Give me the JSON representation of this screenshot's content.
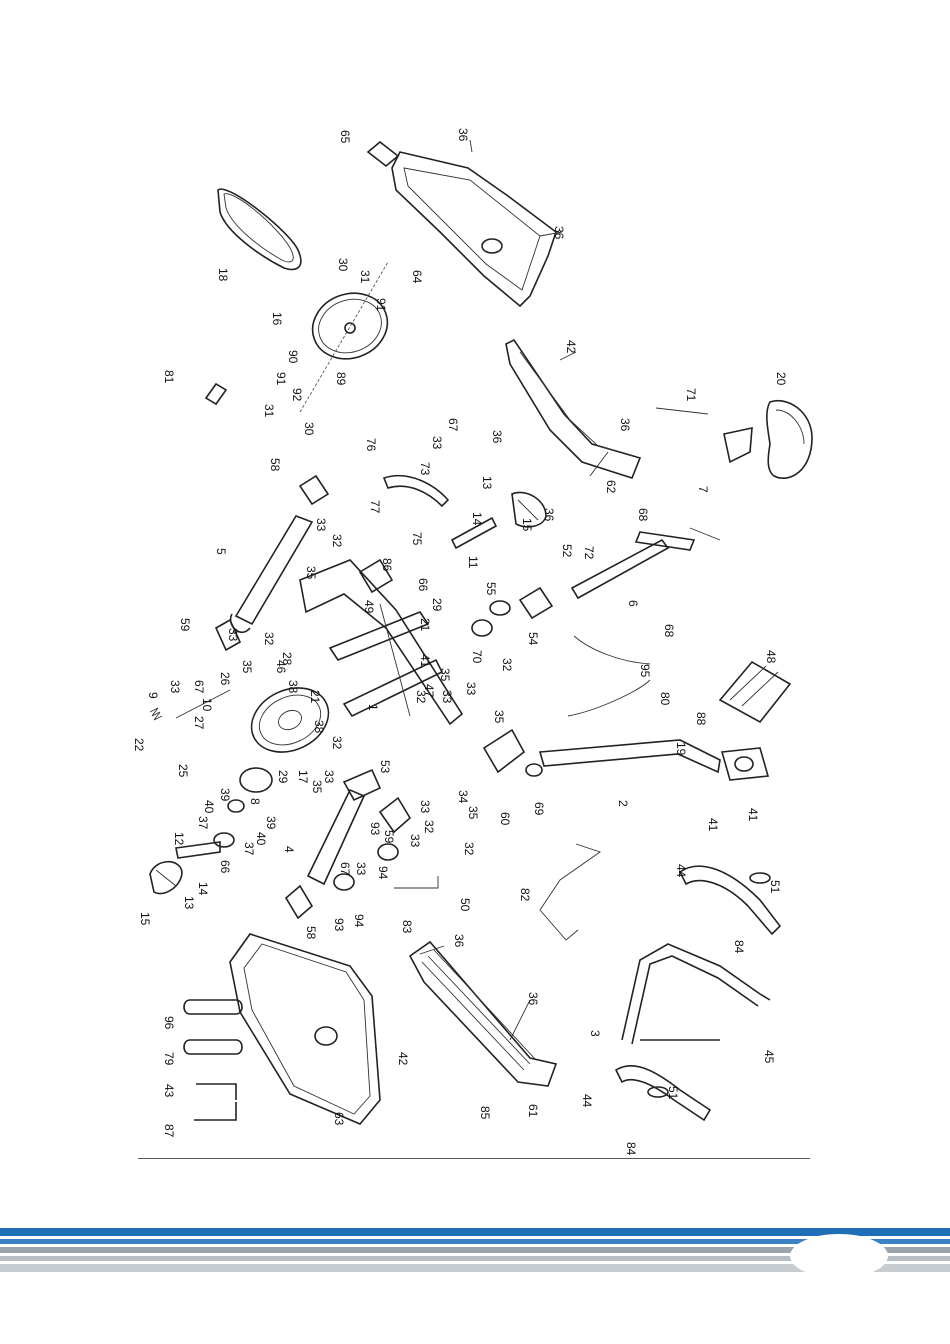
{
  "colors": {
    "stripe_blue": "#1f6fb8",
    "stripe_grey": "#9aa4ad",
    "stripe_light": "#c7ccd1"
  },
  "callouts": [
    {
      "id": "c65",
      "text": "65"
    },
    {
      "id": "c36a",
      "text": "36"
    },
    {
      "id": "c18",
      "text": "18"
    },
    {
      "id": "c30a",
      "text": "30"
    },
    {
      "id": "c31a",
      "text": "31"
    },
    {
      "id": "c64",
      "text": "64"
    },
    {
      "id": "c36b",
      "text": "36"
    },
    {
      "id": "c16",
      "text": "16"
    },
    {
      "id": "c91a",
      "text": "91"
    },
    {
      "id": "c90",
      "text": "90"
    },
    {
      "id": "c89",
      "text": "89"
    },
    {
      "id": "c91b",
      "text": "91"
    },
    {
      "id": "c92",
      "text": "92"
    },
    {
      "id": "c81",
      "text": "81"
    },
    {
      "id": "c31b",
      "text": "31"
    },
    {
      "id": "c30b",
      "text": "30"
    },
    {
      "id": "c42a",
      "text": "42"
    },
    {
      "id": "c36c",
      "text": "36"
    },
    {
      "id": "c71",
      "text": "71"
    },
    {
      "id": "c20",
      "text": "20"
    },
    {
      "id": "c76",
      "text": "76"
    },
    {
      "id": "c33a",
      "text": "33"
    },
    {
      "id": "c67a",
      "text": "67"
    },
    {
      "id": "c58a",
      "text": "58"
    },
    {
      "id": "c73",
      "text": "73"
    },
    {
      "id": "c77",
      "text": "77"
    },
    {
      "id": "c36d",
      "text": "36"
    },
    {
      "id": "c62",
      "text": "62"
    },
    {
      "id": "c7",
      "text": "7"
    },
    {
      "id": "c36e",
      "text": "36"
    },
    {
      "id": "c13a",
      "text": "13"
    },
    {
      "id": "c14a",
      "text": "14"
    },
    {
      "id": "c15a",
      "text": "15"
    },
    {
      "id": "c68a",
      "text": "68"
    },
    {
      "id": "c5",
      "text": "5"
    },
    {
      "id": "c33b",
      "text": "33"
    },
    {
      "id": "c32a",
      "text": "32"
    },
    {
      "id": "c75",
      "text": "75"
    },
    {
      "id": "c11",
      "text": "11"
    },
    {
      "id": "c52",
      "text": "52"
    },
    {
      "id": "c72",
      "text": "72"
    },
    {
      "id": "c35a",
      "text": "35"
    },
    {
      "id": "c86",
      "text": "86"
    },
    {
      "id": "c66a",
      "text": "66"
    },
    {
      "id": "c49",
      "text": "49"
    },
    {
      "id": "c29a",
      "text": "29"
    },
    {
      "id": "c55",
      "text": "55"
    },
    {
      "id": "c59a",
      "text": "59"
    },
    {
      "id": "c21a",
      "text": "21"
    },
    {
      "id": "c6",
      "text": "6"
    },
    {
      "id": "c68b",
      "text": "68"
    },
    {
      "id": "c54",
      "text": "54"
    },
    {
      "id": "c33c",
      "text": "33"
    },
    {
      "id": "c35b",
      "text": "35"
    },
    {
      "id": "c32b",
      "text": "32"
    },
    {
      "id": "c28",
      "text": "28"
    },
    {
      "id": "c70",
      "text": "70"
    },
    {
      "id": "c46",
      "text": "46"
    },
    {
      "id": "c41a",
      "text": "41"
    },
    {
      "id": "c26",
      "text": "26"
    },
    {
      "id": "c47",
      "text": "47"
    },
    {
      "id": "c35c",
      "text": "35"
    },
    {
      "id": "c95",
      "text": "95"
    },
    {
      "id": "c33d",
      "text": "33"
    },
    {
      "id": "c67b",
      "text": "67"
    },
    {
      "id": "c10",
      "text": "10"
    },
    {
      "id": "c38a",
      "text": "38"
    },
    {
      "id": "c32c",
      "text": "32"
    },
    {
      "id": "c32d",
      "text": "32"
    },
    {
      "id": "c33e",
      "text": "33"
    },
    {
      "id": "c9",
      "text": "9"
    },
    {
      "id": "c21b",
      "text": "21"
    },
    {
      "id": "c38b",
      "text": "38"
    },
    {
      "id": "c27",
      "text": "27"
    },
    {
      "id": "c1",
      "text": "1"
    },
    {
      "id": "c33f",
      "text": "33"
    },
    {
      "id": "c35d",
      "text": "35"
    },
    {
      "id": "c80",
      "text": "80"
    },
    {
      "id": "c48",
      "text": "48"
    },
    {
      "id": "c22",
      "text": "22"
    },
    {
      "id": "c25",
      "text": "25"
    },
    {
      "id": "c32e",
      "text": "32"
    },
    {
      "id": "c88",
      "text": "88"
    },
    {
      "id": "c19",
      "text": "19"
    },
    {
      "id": "c29b",
      "text": "29"
    },
    {
      "id": "c17",
      "text": "17"
    },
    {
      "id": "c33g",
      "text": "33"
    },
    {
      "id": "c53",
      "text": "53"
    },
    {
      "id": "c39a",
      "text": "39"
    },
    {
      "id": "c40a",
      "text": "40"
    },
    {
      "id": "c8",
      "text": "8"
    },
    {
      "id": "c35e",
      "text": "35"
    },
    {
      "id": "c34",
      "text": "34"
    },
    {
      "id": "c35f",
      "text": "35"
    },
    {
      "id": "c60",
      "text": "60"
    },
    {
      "id": "c69",
      "text": "69"
    },
    {
      "id": "c2",
      "text": "2"
    },
    {
      "id": "c41b",
      "text": "41"
    },
    {
      "id": "c41c",
      "text": "41"
    },
    {
      "id": "c37",
      "text": "37"
    },
    {
      "id": "c39b",
      "text": "39"
    },
    {
      "id": "c40b",
      "text": "40"
    },
    {
      "id": "c37b",
      "text": "37"
    },
    {
      "id": "c33h",
      "text": "33"
    },
    {
      "id": "c12",
      "text": "12"
    },
    {
      "id": "c66b",
      "text": "66"
    },
    {
      "id": "c4",
      "text": "4"
    },
    {
      "id": "c93a",
      "text": "93"
    },
    {
      "id": "c59b",
      "text": "59"
    },
    {
      "id": "c32f",
      "text": "32"
    },
    {
      "id": "c33i",
      "text": "33"
    },
    {
      "id": "c94a",
      "text": "94"
    },
    {
      "id": "c67c",
      "text": "67"
    },
    {
      "id": "c33j",
      "text": "33"
    },
    {
      "id": "c32g",
      "text": "32"
    },
    {
      "id": "c14b",
      "text": "14"
    },
    {
      "id": "c13b",
      "text": "13"
    },
    {
      "id": "c15b",
      "text": "15"
    },
    {
      "id": "c44a",
      "text": "44"
    },
    {
      "id": "c51a",
      "text": "51"
    },
    {
      "id": "c84a",
      "text": "84"
    },
    {
      "id": "c58b",
      "text": "58"
    },
    {
      "id": "c93b",
      "text": "93"
    },
    {
      "id": "c94b",
      "text": "94"
    },
    {
      "id": "c83",
      "text": "83"
    },
    {
      "id": "c50",
      "text": "50"
    },
    {
      "id": "c82",
      "text": "82"
    },
    {
      "id": "c36f",
      "text": "36"
    },
    {
      "id": "c96",
      "text": "96"
    },
    {
      "id": "c79",
      "text": "79"
    },
    {
      "id": "c43",
      "text": "43"
    },
    {
      "id": "c87",
      "text": "87"
    },
    {
      "id": "c42b",
      "text": "42"
    },
    {
      "id": "c36g",
      "text": "36"
    },
    {
      "id": "c3",
      "text": "3"
    },
    {
      "id": "c45",
      "text": "45"
    },
    {
      "id": "c63",
      "text": "63"
    },
    {
      "id": "c85",
      "text": "85"
    },
    {
      "id": "c61",
      "text": "61"
    },
    {
      "id": "c44b",
      "text": "44"
    },
    {
      "id": "c51b",
      "text": "51"
    },
    {
      "id": "c84b",
      "text": "84"
    }
  ]
}
